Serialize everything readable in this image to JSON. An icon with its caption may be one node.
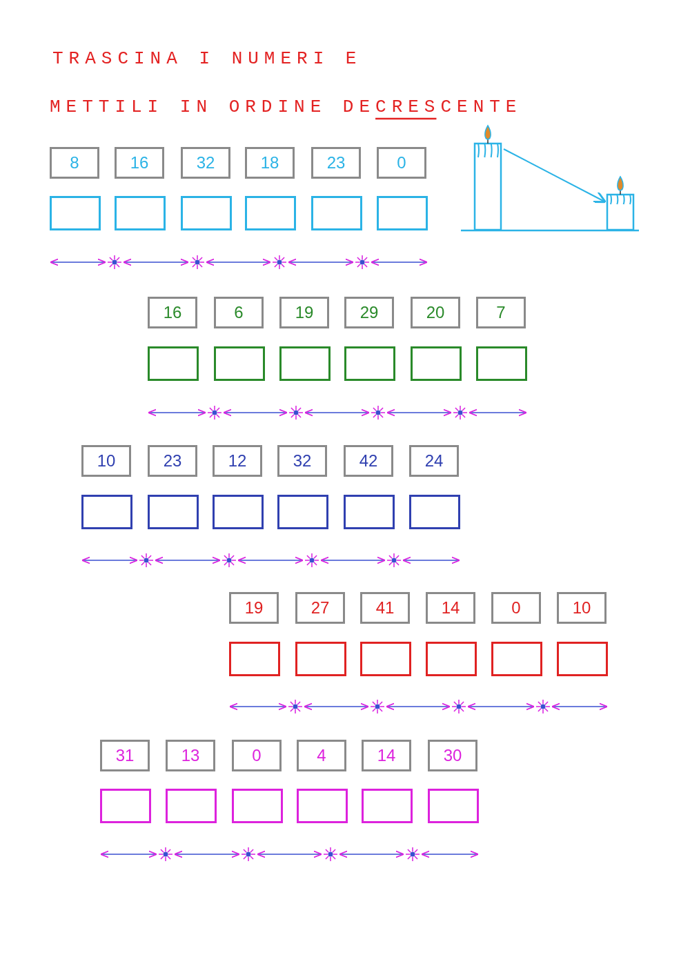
{
  "diagram": {
    "title": "TRASCINA I NUMERI E",
    "labels": [
      "METTILI IN ORDINE DECRESCENTE"
    ],
    "nodes": [
      {
        "text": [
          "8"
        ]
      },
      {
        "text": [
          "16"
        ]
      },
      {
        "text": [
          "32"
        ]
      },
      {
        "text": [
          "18"
        ]
      },
      {
        "text": [
          "23"
        ]
      },
      {
        "text": [
          "0"
        ]
      },
      {
        "text": [],
        "shape": "box"
      },
      {
        "text": [],
        "shape": "box"
      },
      {
        "text": [],
        "shape": "box"
      },
      {
        "text": [],
        "shape": "box"
      },
      {
        "text": [],
        "shape": "box"
      },
      {
        "text": [],
        "shape": "box"
      },
      {
        "text": [
          "16"
        ]
      },
      {
        "text": [
          "6"
        ]
      },
      {
        "text": [
          "19"
        ]
      },
      {
        "text": [
          "29"
        ]
      },
      {
        "text": [
          "20"
        ]
      },
      {
        "text": [
          "7"
        ]
      },
      {
        "text": [],
        "shape": "box"
      },
      {
        "text": [],
        "shape": "box"
      },
      {
        "text": [],
        "shape": "box"
      },
      {
        "text": [],
        "shape": "box"
      },
      {
        "text": [],
        "shape": "box"
      },
      {
        "text": [],
        "shape": "box"
      },
      {
        "text": [
          "10"
        ]
      },
      {
        "text": [
          "23"
        ]
      },
      {
        "text": [
          "12"
        ]
      },
      {
        "text": [
          "32"
        ]
      },
      {
        "text": [
          "42"
        ]
      },
      {
        "text": [
          "24"
        ]
      },
      {
        "text": [],
        "shape": "box"
      },
      {
        "text": [],
        "shape": "box"
      },
      {
        "text": [],
        "shape": "box"
      },
      {
        "text": [],
        "shape": "box"
      },
      {
        "text": [],
        "shape": "box"
      },
      {
        "text": [],
        "shape": "box"
      },
      {
        "text": [
          "19"
        ]
      },
      {
        "text": [
          "27"
        ]
      },
      {
        "text": [
          "41"
        ]
      },
      {
        "text": [
          "14"
        ]
      },
      {
        "text": [
          "0"
        ]
      },
      {
        "text": [
          "10"
        ]
      },
      {
        "text": [],
        "shape": "box"
      },
      {
        "text": [],
        "shape": "box"
      },
      {
        "text": [],
        "shape": "box"
      },
      {
        "text": [],
        "shape": "box"
      },
      {
        "text": [],
        "shape": "box"
      },
      {
        "text": [],
        "shape": "box"
      },
      {
        "text": [
          "31"
        ]
      },
      {
        "text": [
          "13"
        ]
      },
      {
        "text": [
          "0"
        ]
      },
      {
        "text": [
          "4"
        ]
      },
      {
        "text": [
          "14"
        ]
      },
      {
        "text": [
          "30"
        ]
      },
      {
        "text": [],
        "shape": "box"
      },
      {
        "text": [],
        "shape": "box"
      },
      {
        "text": [],
        "shape": "box"
      },
      {
        "text": [],
        "shape": "box"
      },
      {
        "text": [],
        "shape": "box"
      },
      {
        "text": [],
        "shape": "box"
      },
      {
        "text": [],
        "shape": "picture"
      },
      {
        "text": [],
        "shape": "picture"
      }
    ],
    "edges": [
      {
        "from": 60,
        "to": 61,
        "arrow": "to"
      }
    ]
  }
}
